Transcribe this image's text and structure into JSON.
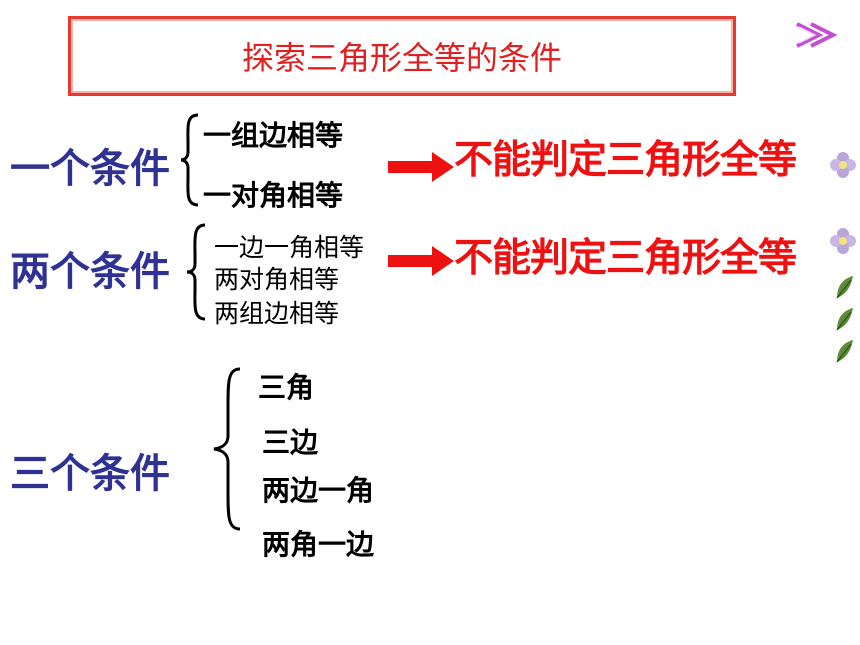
{
  "title": "探索三角形全等的条件",
  "icons": {
    "next": "double-chevron-right-icon",
    "flower": "flower-icon",
    "leaf": "leaf-icon"
  },
  "colors": {
    "title_red": "#e02020",
    "condition_blue": "#2f3293",
    "result_red": "#ee1111"
  },
  "one_condition": {
    "label": "一个条件",
    "items": [
      "一组边相等",
      "一对角相等"
    ],
    "result": "不能判定三角形全等"
  },
  "two_conditions": {
    "label": "两个条件",
    "items": [
      "一边一角相等",
      "两对角相等",
      "两组边相等"
    ],
    "result": "不能判定三角形全等"
  },
  "three_conditions": {
    "label": "三个条件",
    "items": [
      "三角",
      "三边",
      "两边一角",
      "两角一边"
    ]
  }
}
